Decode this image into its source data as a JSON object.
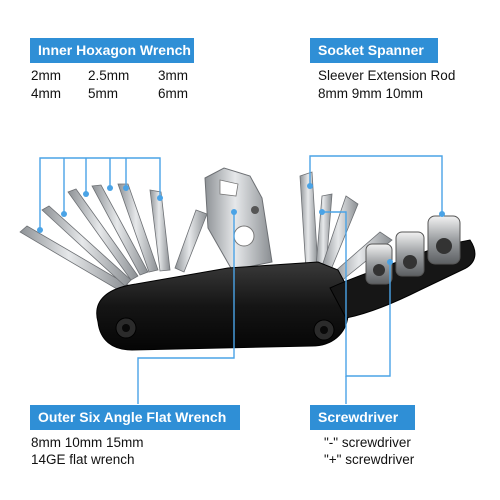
{
  "colors": {
    "label_bg": "#2f8fd6",
    "label_text": "#ffffff",
    "leader_line": "#4aa3e6",
    "tool_body": "#111111",
    "tool_steel": "#b9bcbf"
  },
  "icons": [
    "multi-tool-image"
  ],
  "callouts": {
    "inner_hex": {
      "title": "Inner Hoxagon Wrench",
      "sizes": [
        [
          "2mm",
          "2.5mm",
          "3mm"
        ],
        [
          "4mm",
          "5mm",
          "6mm"
        ]
      ]
    },
    "socket": {
      "title": "Socket Spanner",
      "line1": "Sleever Extension Rod",
      "line2": "8mm 9mm 10mm"
    },
    "outer": {
      "title": "Outer Six Angle Flat Wrench",
      "line1": "8mm 10mm 15mm",
      "line2": "14GE flat wrench"
    },
    "screwdriver": {
      "title": "Screwdriver",
      "line1": "\"-\" screwdriver",
      "line2": "\"+\" screwdriver"
    }
  }
}
